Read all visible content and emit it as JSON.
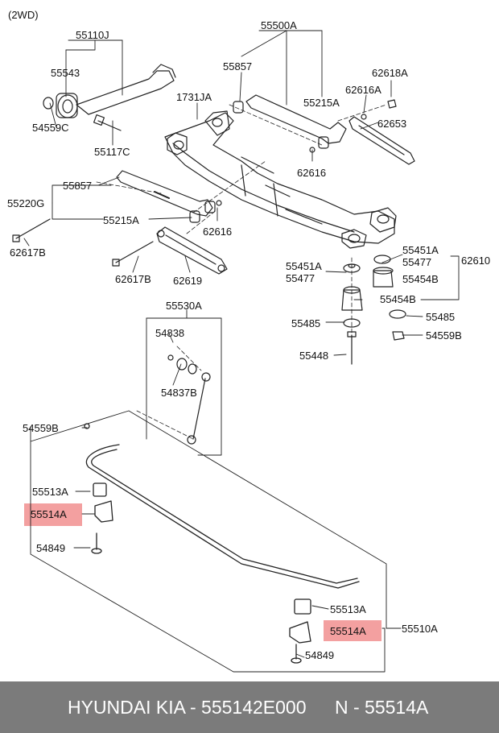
{
  "variant": "(2WD)",
  "callouts": {
    "c55110J": "55110J",
    "c55543": "55543",
    "c54559C": "54559C",
    "c55117C": "55117C",
    "c1731JA": "1731JA",
    "c55500A": "55500A",
    "c55857_top": "55857",
    "c55215A_top": "55215A",
    "c62618A": "62618A",
    "c62616A": "62616A",
    "c62653": "62653",
    "c62616_top": "62616",
    "c55857_mid": "55857",
    "c55220G": "55220G",
    "c55215A_mid": "55215A",
    "c62616_mid": "62616",
    "c62617B_left": "62617B",
    "c62617B_mid": "62617B",
    "c62619": "62619",
    "c55451A_r": "55451A",
    "c55477_r": "55477",
    "c62610": "62610",
    "c55451A_l": "55451A",
    "c55477_l": "55477",
    "c55454B_r": "55454B",
    "c55454B_m": "55454B",
    "c55485_r": "55485",
    "c55485_l": "55485",
    "c54559B_r": "54559B",
    "c55448": "55448",
    "c55530A": "55530A",
    "c54838": "54838",
    "c54837B": "54837B",
    "c54559B_l": "54559B",
    "c55513A_l": "55513A",
    "c55514A_l": "55514A",
    "c54849_l": "54849",
    "c55513A_r": "55513A",
    "c55514A_r": "55514A",
    "c55510A": "55510A",
    "c54849_r": "54849"
  },
  "footer": {
    "brand": "HYUNDAI  KIA",
    "part_number": "- 555142E000",
    "ref": "N - 55514A"
  },
  "colors": {
    "highlight": "#f3a0a0",
    "footer_bg": "#7b7b7b",
    "footer_text": "#ffffff"
  }
}
